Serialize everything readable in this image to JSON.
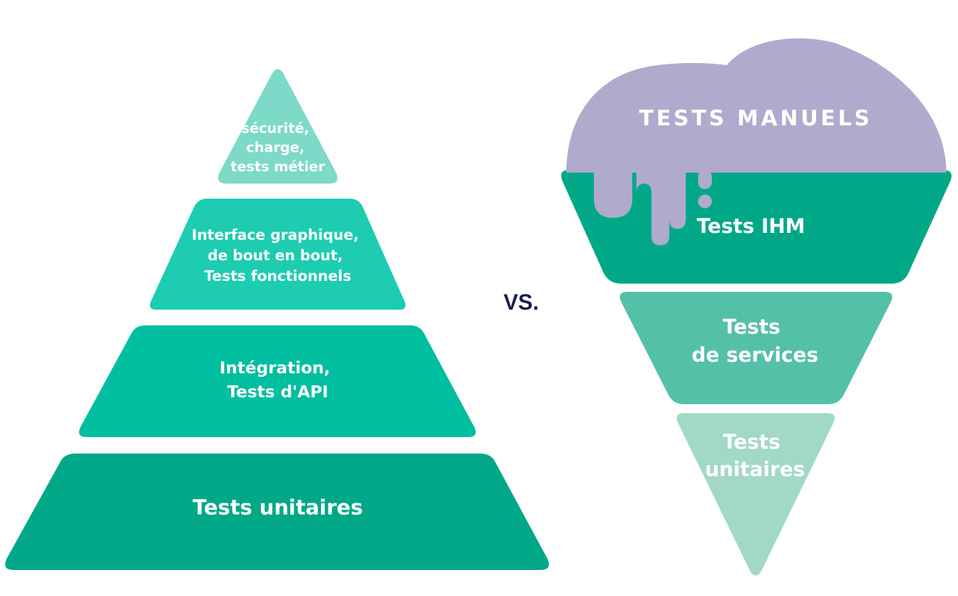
{
  "pyramid": {
    "levels": [
      {
        "lines": [
          "sécurité,",
          "charge,",
          "tests métier"
        ],
        "color": "#7dd9c8"
      },
      {
        "lines": [
          "Interface graphique,",
          "de bout en bout,",
          "Tests fonctionnels"
        ],
        "color": "#1dccb1"
      },
      {
        "lines": [
          "Intégration,",
          "Tests d'API"
        ],
        "color": "#00bea0"
      },
      {
        "lines": [
          "Tests unitaires"
        ],
        "color": "#00a888"
      }
    ]
  },
  "separator": "VS.",
  "cone": {
    "scoop": {
      "label": "TESTS MANUELS",
      "color": "#b0aacd"
    },
    "levels": [
      {
        "lines": [
          "Tests IHM"
        ],
        "color": "#00a888"
      },
      {
        "lines": [
          "Tests",
          "de services"
        ],
        "color": "#55c0a8"
      },
      {
        "lines": [
          "Tests",
          "unitaires"
        ],
        "color": "#a2d8c7"
      }
    ]
  }
}
